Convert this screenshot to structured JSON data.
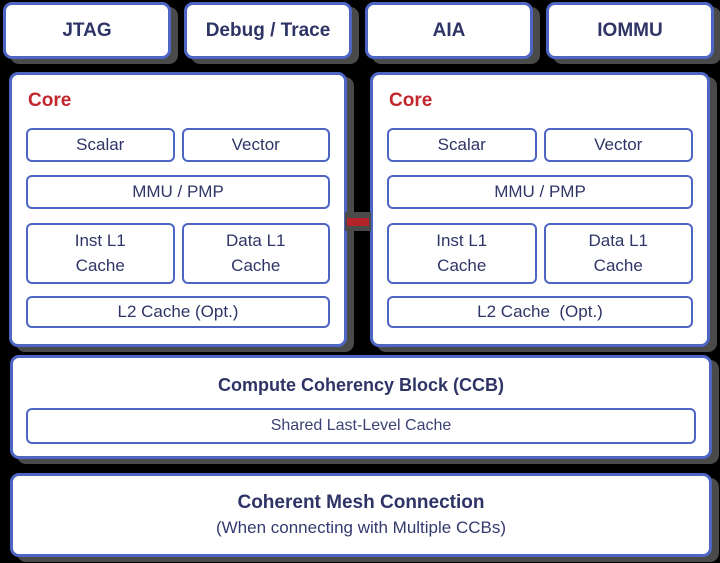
{
  "colors": {
    "background": "#000000",
    "box_fill": "#ffffff",
    "border_blue": "#4d66c3",
    "text_navy": "#2e3566",
    "core_red": "#c1272d",
    "connector_red": "#b5232a",
    "shadow_gray": "#4a4a4a"
  },
  "top_row": [
    {
      "label": "JTAG"
    },
    {
      "label": "Debug / Trace"
    },
    {
      "label": "AIA"
    },
    {
      "label": "IOMMU"
    }
  ],
  "cores": [
    {
      "title": "Core",
      "scalar": "Scalar",
      "vector": "Vector",
      "mmu_pmp": "MMU / PMP",
      "inst_l1": "Inst L1\nCache",
      "data_l1": "Data L1\nCache",
      "l2": "L2 Cache (Opt.)"
    },
    {
      "title": "Core",
      "scalar": "Scalar",
      "vector": "Vector",
      "mmu_pmp": "MMU / PMP",
      "inst_l1": "Inst L1\nCache",
      "data_l1": "Data L1\nCache",
      "l2": "L2 Cache  (Opt.)"
    }
  ],
  "ccb": {
    "title": "Compute Coherency Block (CCB)",
    "shared_cache": "Shared Last-Level Cache"
  },
  "mesh": {
    "title": "Coherent Mesh Connection",
    "subtitle": "(When connecting with Multiple CCBs)"
  }
}
